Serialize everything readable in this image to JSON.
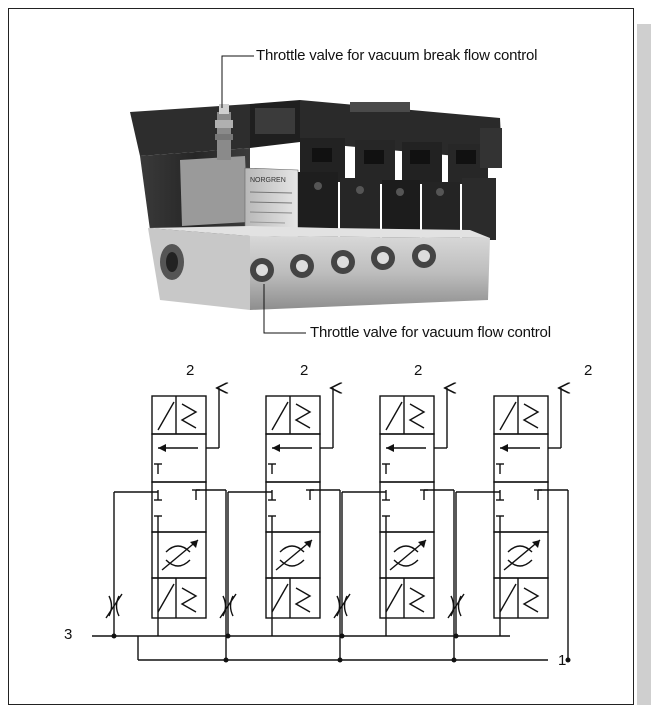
{
  "photo": {
    "caption_top": "Throttle valve for vacuum break flow control",
    "caption_bottom": "Throttle valve for vacuum flow control",
    "nameplate_text": "NORGREN"
  },
  "schematic": {
    "output_port_labels": [
      "2",
      "2",
      "2",
      "2"
    ],
    "exhaust_port_label": "3",
    "supply_port_label": "1",
    "valve_count": 4
  }
}
